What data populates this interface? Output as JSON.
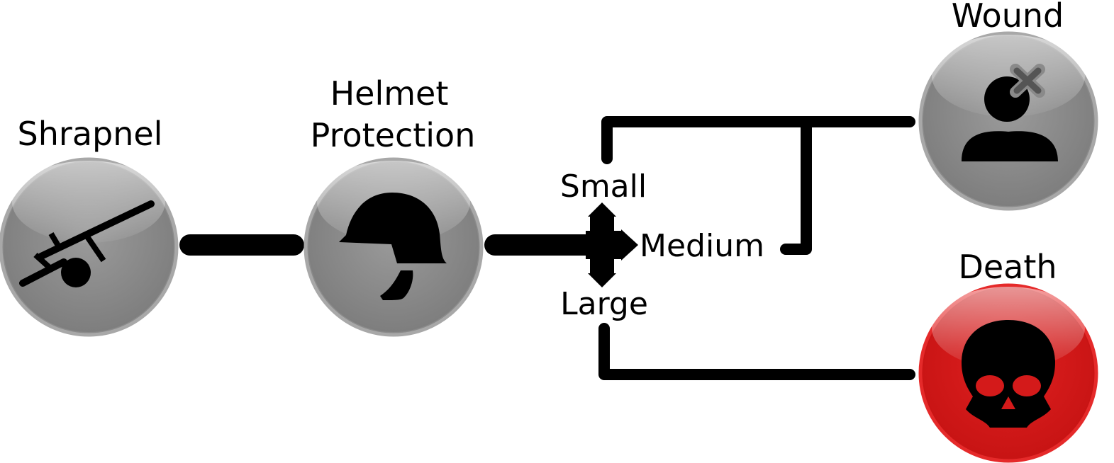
{
  "nodes": {
    "shrapnel": {
      "label": "Shrapnel",
      "icon": "cannon-icon",
      "color": "#8a8a8a"
    },
    "helmet": {
      "label_line1": "Helmet",
      "label_line2": "Protection",
      "icon": "helmet-icon",
      "color": "#8a8a8a"
    },
    "wound": {
      "label": "Wound",
      "icon": "wounded-person-icon",
      "color": "#8a8a8a"
    },
    "death": {
      "label": "Death",
      "icon": "skull-icon",
      "color": "#d41a1a"
    }
  },
  "branch": {
    "small": "Small",
    "medium": "Medium",
    "large": "Large"
  }
}
